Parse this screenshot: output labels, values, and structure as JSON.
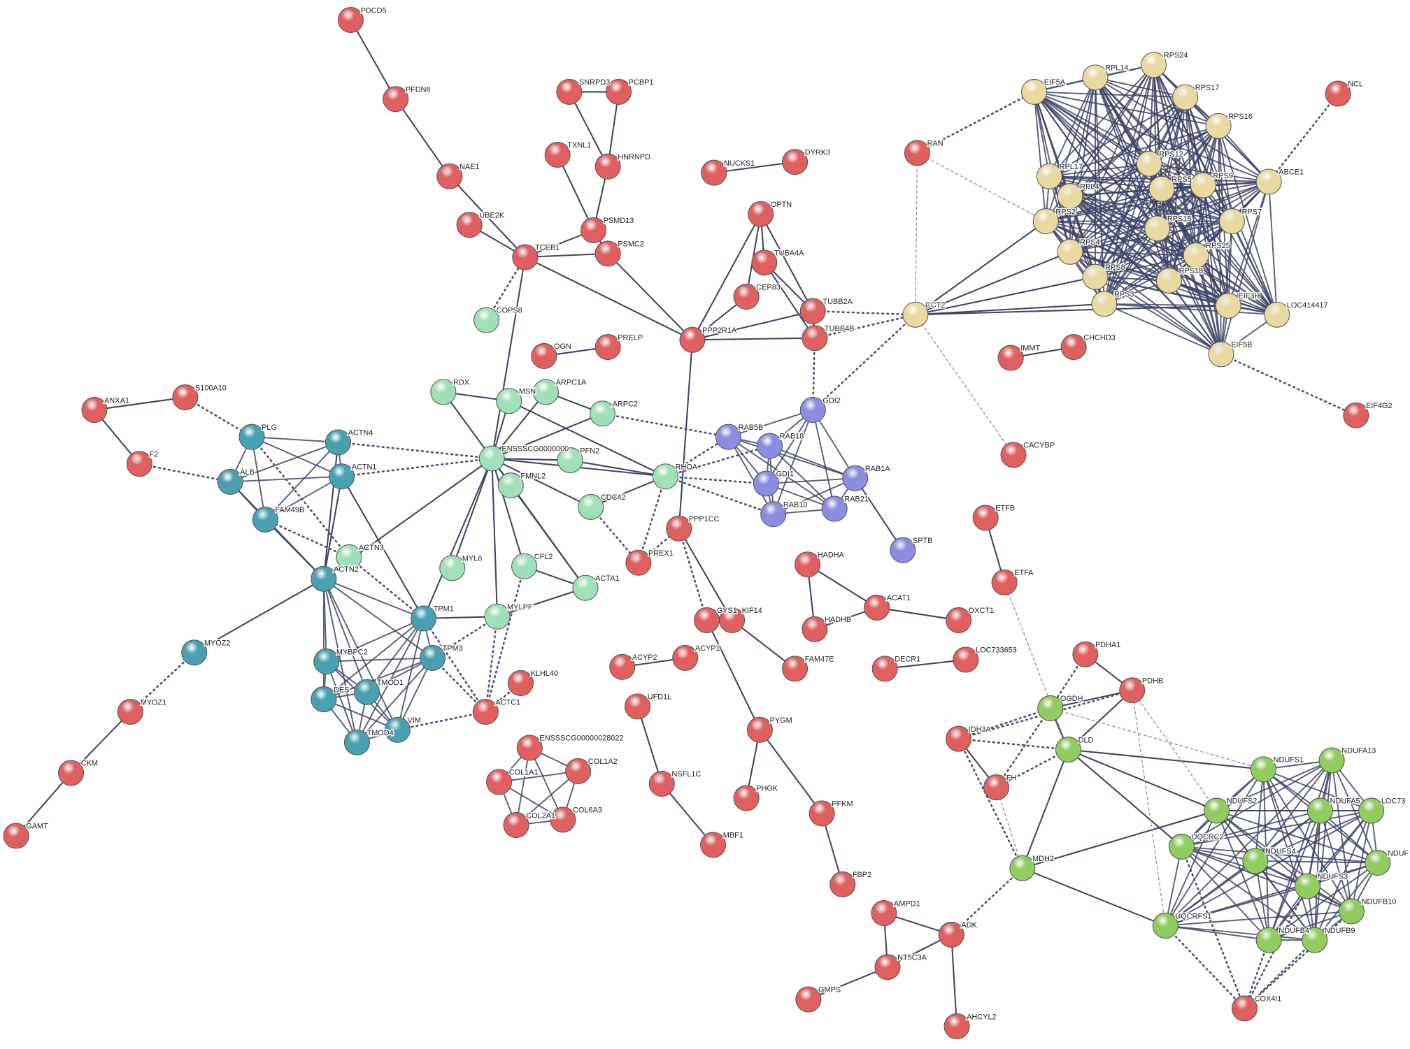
{
  "title": "Protein interaction network",
  "groups": {
    "red": {
      "color": "#e06060"
    },
    "yellow": {
      "color": "#e8d9a0"
    },
    "purple": {
      "color": "#8c8ce0"
    },
    "mint": {
      "color": "#9fe0b8"
    },
    "teal": {
      "color": "#4aa0b0"
    },
    "green": {
      "color": "#90cc60"
    }
  },
  "nodes": [
    {
      "label": "PDCD5",
      "group": "red"
    },
    {
      "label": "PFDN6",
      "group": "red"
    },
    {
      "label": "NAE1",
      "group": "red"
    },
    {
      "label": "UBE2K",
      "group": "red"
    },
    {
      "label": "TCEB1",
      "group": "red"
    },
    {
      "label": "SNRPD3",
      "group": "red"
    },
    {
      "label": "PCBP1",
      "group": "red"
    },
    {
      "label": "TXNL1",
      "group": "red"
    },
    {
      "label": "HNRNPD",
      "group": "red"
    },
    {
      "label": "PSMD13",
      "group": "red"
    },
    {
      "label": "PSMC2",
      "group": "red"
    },
    {
      "label": "NUCKS1",
      "group": "red"
    },
    {
      "label": "DYRK3",
      "group": "red"
    },
    {
      "label": "OPTN",
      "group": "red"
    },
    {
      "label": "TUBA4A",
      "group": "red"
    },
    {
      "label": "CEP83",
      "group": "red"
    },
    {
      "label": "TUBB2A",
      "group": "red"
    },
    {
      "label": "TUBB4B",
      "group": "red"
    },
    {
      "label": "PPP2R1A",
      "group": "red"
    },
    {
      "label": "OGN",
      "group": "red"
    },
    {
      "label": "PRELP",
      "group": "red"
    },
    {
      "label": "RAN",
      "group": "red"
    },
    {
      "label": "IMMT",
      "group": "red"
    },
    {
      "label": "CHCHD3",
      "group": "red"
    },
    {
      "label": "NCL",
      "group": "red"
    },
    {
      "label": "EIF4G2",
      "group": "red"
    },
    {
      "label": "CACYBP",
      "group": "red"
    },
    {
      "label": "ANXA1",
      "group": "red"
    },
    {
      "label": "S100A10",
      "group": "red"
    },
    {
      "label": "F2",
      "group": "red"
    },
    {
      "label": "PPP1CC",
      "group": "red"
    },
    {
      "label": "PREX1",
      "group": "red"
    },
    {
      "label": "KIF14",
      "group": "red"
    },
    {
      "label": "GYS1",
      "group": "red"
    },
    {
      "label": "ACYP2",
      "group": "red"
    },
    {
      "label": "ACYP1",
      "group": "red"
    },
    {
      "label": "FAM47E",
      "group": "red"
    },
    {
      "label": "UFD1L",
      "group": "red"
    },
    {
      "label": "HADHA",
      "group": "red"
    },
    {
      "label": "HADHB",
      "group": "red"
    },
    {
      "label": "ACAT1",
      "group": "red"
    },
    {
      "label": "OXCT1",
      "group": "red"
    },
    {
      "label": "DECR1",
      "group": "red"
    },
    {
      "label": "LOC733653",
      "group": "red"
    },
    {
      "label": "ETFB",
      "group": "red"
    },
    {
      "label": "ETFA",
      "group": "red"
    },
    {
      "label": "PDHA1",
      "group": "red"
    },
    {
      "label": "PDHB",
      "group": "red"
    },
    {
      "label": "IDH3A",
      "group": "red"
    },
    {
      "label": "FH",
      "group": "red"
    },
    {
      "label": "KLHL40",
      "group": "red"
    },
    {
      "label": "ACTC1",
      "group": "red"
    },
    {
      "label": "MYOZ1",
      "group": "red"
    },
    {
      "label": "CKM",
      "group": "red"
    },
    {
      "label": "GAMT",
      "group": "red"
    },
    {
      "label": "ENSSSCG00000028022",
      "group": "red"
    },
    {
      "label": "COL1A1",
      "group": "red"
    },
    {
      "label": "COL1A2",
      "group": "red"
    },
    {
      "label": "COL2A1",
      "group": "red"
    },
    {
      "label": "COL6A3",
      "group": "red"
    },
    {
      "label": "NSFL1C",
      "group": "red"
    },
    {
      "label": "MBF1",
      "group": "red"
    },
    {
      "label": "PYGM",
      "group": "red"
    },
    {
      "label": "PHGK",
      "group": "red"
    },
    {
      "label": "PFKM",
      "group": "red"
    },
    {
      "label": "FBP2",
      "group": "red"
    },
    {
      "label": "AMPD1",
      "group": "red"
    },
    {
      "label": "ADK",
      "group": "red"
    },
    {
      "label": "NT5C3A",
      "group": "red"
    },
    {
      "label": "GMPS",
      "group": "red"
    },
    {
      "label": "AHCYL2",
      "group": "red"
    },
    {
      "label": "COX4I1",
      "group": "red"
    },
    {
      "label": "EIF5A",
      "group": "yellow"
    },
    {
      "label": "RPL14",
      "group": "yellow"
    },
    {
      "label": "RPS24",
      "group": "yellow"
    },
    {
      "label": "RPS17",
      "group": "yellow"
    },
    {
      "label": "RPS16",
      "group": "yellow"
    },
    {
      "label": "RPL17",
      "group": "yellow"
    },
    {
      "label": "RPL4",
      "group": "yellow"
    },
    {
      "label": "RPS2",
      "group": "yellow"
    },
    {
      "label": "RPS12",
      "group": "yellow"
    },
    {
      "label": "RPS9",
      "group": "yellow"
    },
    {
      "label": "RPS5",
      "group": "yellow"
    },
    {
      "label": "RPS15",
      "group": "yellow"
    },
    {
      "label": "RPS4",
      "group": "yellow"
    },
    {
      "label": "RPS7",
      "group": "yellow"
    },
    {
      "label": "ABCE1",
      "group": "yellow"
    },
    {
      "label": "RPS25",
      "group": "yellow"
    },
    {
      "label": "RPS8",
      "group": "yellow"
    },
    {
      "label": "RPS18",
      "group": "yellow"
    },
    {
      "label": "RPS3",
      "group": "yellow"
    },
    {
      "label": "EIF3H",
      "group": "yellow"
    },
    {
      "label": "LOC414417",
      "group": "yellow"
    },
    {
      "label": "EIF5B",
      "group": "yellow"
    },
    {
      "label": "CCT2",
      "group": "yellow"
    },
    {
      "label": "GDI2",
      "group": "purple"
    },
    {
      "label": "RAB5B",
      "group": "purple"
    },
    {
      "label": "RAB18",
      "group": "purple"
    },
    {
      "label": "GDI1",
      "group": "purple"
    },
    {
      "label": "RAB1A",
      "group": "purple"
    },
    {
      "label": "RAB10",
      "group": "purple"
    },
    {
      "label": "RAB21",
      "group": "purple"
    },
    {
      "label": "SPTB",
      "group": "purple"
    },
    {
      "label": "COPS8",
      "group": "mint"
    },
    {
      "label": "RDX",
      "group": "mint"
    },
    {
      "label": "MSN",
      "group": "mint"
    },
    {
      "label": "ARPC1A",
      "group": "mint"
    },
    {
      "label": "ARPC2",
      "group": "mint"
    },
    {
      "label": "ENSSSCG0000000",
      "group": "mint"
    },
    {
      "label": "PFN2",
      "group": "mint"
    },
    {
      "label": "FMNL2",
      "group": "mint"
    },
    {
      "label": "CDC42",
      "group": "mint"
    },
    {
      "label": "RHOA",
      "group": "mint"
    },
    {
      "label": "MYL6",
      "group": "mint"
    },
    {
      "label": "CFL2",
      "group": "mint"
    },
    {
      "label": "ACTA1",
      "group": "mint"
    },
    {
      "label": "MYLPF",
      "group": "mint"
    },
    {
      "label": "ACTN3",
      "group": "mint"
    },
    {
      "label": "PLG",
      "group": "teal"
    },
    {
      "label": "ACTN4",
      "group": "teal"
    },
    {
      "label": "ACTN1",
      "group": "teal"
    },
    {
      "label": "ALB",
      "group": "teal"
    },
    {
      "label": "FAM49B",
      "group": "teal"
    },
    {
      "label": "ACTN2",
      "group": "teal"
    },
    {
      "label": "TPM1",
      "group": "teal"
    },
    {
      "label": "TPM3",
      "group": "teal"
    },
    {
      "label": "MYBPC2",
      "group": "teal"
    },
    {
      "label": "DES",
      "group": "teal"
    },
    {
      "label": "TMOD1",
      "group": "teal"
    },
    {
      "label": "TMOD4",
      "group": "teal"
    },
    {
      "label": "VIM",
      "group": "teal"
    },
    {
      "label": "MYOZ2",
      "group": "teal"
    },
    {
      "label": "OGDH",
      "group": "green"
    },
    {
      "label": "DLD",
      "group": "green"
    },
    {
      "label": "MDH2",
      "group": "green"
    },
    {
      "label": "NDUFS1",
      "group": "green"
    },
    {
      "label": "NDUFA13",
      "group": "green"
    },
    {
      "label": "NDUFS2",
      "group": "green"
    },
    {
      "label": "NDUFA5",
      "group": "green"
    },
    {
      "label": "LOC73",
      "group": "green"
    },
    {
      "label": "UQCRC2",
      "group": "green"
    },
    {
      "label": "NDUFS4",
      "group": "green"
    },
    {
      "label": "NDUF",
      "group": "green"
    },
    {
      "label": "NDUFS3",
      "group": "green"
    },
    {
      "label": "NDUFB10",
      "group": "green"
    },
    {
      "label": "UQCRFS1",
      "group": "green"
    },
    {
      "label": "NDUFB4",
      "group": "green"
    },
    {
      "label": "NDUFB9",
      "group": "green"
    }
  ],
  "cliques": [
    [
      "EIF5A",
      "RPL14",
      "RPS24",
      "RPS17",
      "RPS16",
      "RPL17",
      "RPL4",
      "RPS2",
      "RPS12",
      "RPS9",
      "RPS5",
      "RPS15",
      "RPS4",
      "RPS7",
      "ABCE1",
      "RPS25",
      "RPS8",
      "RPS18",
      "RPS3",
      "EIF3H",
      "LOC414417",
      "EIF5B"
    ],
    [
      "NDUFS1",
      "NDUFA13",
      "NDUFS2",
      "NDUFA5",
      "LOC73",
      "UQCRC2",
      "NDUFS4",
      "NDUF",
      "NDUFS3",
      "NDUFB10",
      "UQCRFS1",
      "NDUFB4",
      "NDUFB9"
    ],
    [
      "ENSSSCG00000028022",
      "COL1A1",
      "COL1A2",
      "COL2A1",
      "COL6A3"
    ],
    [
      "PLG",
      "ALB",
      "ACTN4",
      "ACTN1",
      "FAM49B"
    ],
    [
      "ACTN2",
      "TPM1",
      "TPM3",
      "MYBPC2",
      "DES",
      "TMOD1",
      "TMOD4",
      "VIM"
    ],
    [
      "GDI2",
      "RAB5B",
      "RAB18",
      "GDI1",
      "RAB1A",
      "RAB10",
      "RAB21"
    ]
  ],
  "edges": [
    [
      "PDCD5",
      "PFDN6",
      "solid"
    ],
    [
      "PFDN6",
      "NAE1",
      "solid"
    ],
    [
      "NAE1",
      "TCEB1",
      "solid"
    ],
    [
      "UBE2K",
      "TCEB1",
      "solid"
    ],
    [
      "TCEB1",
      "PSMC2",
      "solid"
    ],
    [
      "TCEB1",
      "PSMD13",
      "solid"
    ],
    [
      "SNRPD3",
      "PCBP1",
      "solid"
    ],
    [
      "SNRPD3",
      "HNRNPD",
      "solid"
    ],
    [
      "TXNL1",
      "PSMD13",
      "solid"
    ],
    [
      "HNRNPD",
      "PSMD13",
      "solid"
    ],
    [
      "PCBP1",
      "HNRNPD",
      "solid"
    ],
    [
      "PSMD13",
      "PSMC2",
      "solid"
    ],
    [
      "PSMC2",
      "PPP2R1A",
      "solid"
    ],
    [
      "TCEB1",
      "PPP2R1A",
      "solid"
    ],
    [
      "NUCKS1",
      "DYRK3",
      "solid"
    ],
    [
      "OPTN",
      "TUBA4A",
      "solid"
    ],
    [
      "OPTN",
      "TUBB2A",
      "solid"
    ],
    [
      "OPTN",
      "CEP83",
      "solid"
    ],
    [
      "TUBA4A",
      "TUBB2A",
      "solid"
    ],
    [
      "TUBA4A",
      "TUBB4B",
      "solid"
    ],
    [
      "CEP83",
      "PPP2R1A",
      "solid"
    ],
    [
      "PPP2R1A",
      "TUBB2A",
      "solid"
    ],
    [
      "PPP2R1A",
      "TUBB4B",
      "solid"
    ],
    [
      "TUBB2A",
      "TUBB4B",
      "solid"
    ],
    [
      "OPTN",
      "PPP2R1A",
      "solid"
    ],
    [
      "OGN",
      "PRELP",
      "solid"
    ],
    [
      "IMMT",
      "CHCHD3",
      "solid"
    ],
    [
      "ANXA1",
      "S100A10",
      "solid"
    ],
    [
      "ANXA1",
      "F2",
      "solid"
    ],
    [
      "PPP2R1A",
      "PPP1CC",
      "solid"
    ],
    [
      "PPP1CC",
      "KIF14",
      "solid"
    ],
    [
      "GYS1",
      "PYGM",
      "solid"
    ],
    [
      "KIF14",
      "FAM47E",
      "solid"
    ],
    [
      "ACYP2",
      "ACYP1",
      "solid"
    ],
    [
      "UFD1L",
      "NSFL1C",
      "solid"
    ],
    [
      "NSFL1C",
      "MBF1",
      "solid"
    ],
    [
      "PYGM",
      "PHGK",
      "solid"
    ],
    [
      "PYGM",
      "PFKM",
      "solid"
    ],
    [
      "PFKM",
      "FBP2",
      "solid"
    ],
    [
      "HADHA",
      "HADHB",
      "solid"
    ],
    [
      "HADHA",
      "ACAT1",
      "solid"
    ],
    [
      "HADHB",
      "ACAT1",
      "solid"
    ],
    [
      "ACAT1",
      "OXCT1",
      "solid"
    ],
    [
      "DECR1",
      "LOC733653",
      "solid"
    ],
    [
      "ETFB",
      "ETFA",
      "solid"
    ],
    [
      "PDHA1",
      "PDHB",
      "solid"
    ],
    [
      "IDH3A",
      "FH",
      "solid"
    ],
    [
      "AMPD1",
      "ADK",
      "solid"
    ],
    [
      "AMPD1",
      "NT5C3A",
      "solid"
    ],
    [
      "ADK",
      "NT5C3A",
      "solid"
    ],
    [
      "ADK",
      "AHCYL2",
      "solid"
    ],
    [
      "NT5C3A",
      "GMPS",
      "solid"
    ],
    [
      "MYOZ1",
      "CKM",
      "solid"
    ],
    [
      "CKM",
      "GAMT",
      "solid"
    ],
    [
      "RAB1A",
      "SPTB",
      "solid"
    ],
    [
      "ENSSSCG0000000",
      "RDX",
      "solid"
    ],
    [
      "ENSSSCG0000000",
      "MSN",
      "solid"
    ],
    [
      "ENSSSCG0000000",
      "ARPC1A",
      "solid"
    ],
    [
      "ENSSSCG0000000",
      "ARPC2",
      "solid"
    ],
    [
      "ENSSSCG0000000",
      "PFN2",
      "solid"
    ],
    [
      "ENSSSCG0000000",
      "FMNL2",
      "solid"
    ],
    [
      "ENSSSCG0000000",
      "CDC42",
      "solid"
    ],
    [
      "ENSSSCG0000000",
      "RHOA",
      "solid"
    ],
    [
      "ENSSSCG0000000",
      "MYL6",
      "solid"
    ],
    [
      "ENSSSCG0000000",
      "CFL2",
      "solid"
    ],
    [
      "ENSSSCG0000000",
      "MYLPF",
      "solid"
    ],
    [
      "ENSSSCG0000000",
      "ACTA1",
      "solid"
    ],
    [
      "ENSSSCG0000000",
      "ACTN2",
      "solid"
    ],
    [
      "ENSSSCG0000000",
      "TPM1",
      "solid"
    ],
    [
      "ENSSSCG0000000",
      "TCEB1",
      "solid"
    ],
    [
      "RDX",
      "MSN",
      "solid"
    ],
    [
      "MSN",
      "RHOA",
      "solid"
    ],
    [
      "ARPC1A",
      "ARPC2",
      "solid"
    ],
    [
      "PFN2",
      "RHOA",
      "solid"
    ],
    [
      "CDC42",
      "RHOA",
      "solid"
    ],
    [
      "CFL2",
      "ACTA1",
      "solid"
    ],
    [
      "FMNL2",
      "ACTA1",
      "solid"
    ],
    [
      "MYLPF",
      "TPM1",
      "solid"
    ],
    [
      "MYLPF",
      "ACTA1",
      "solid"
    ],
    [
      "ACTN1",
      "ACTN2",
      "solid"
    ],
    [
      "ACTN4",
      "ACTN2",
      "solid"
    ],
    [
      "FAM49B",
      "ACTN2",
      "solid"
    ],
    [
      "ALB",
      "ACTN2",
      "solid"
    ],
    [
      "ACTN1",
      "TPM1",
      "solid"
    ],
    [
      "MYOZ2",
      "ACTN2",
      "solid"
    ],
    [
      "CCT2",
      "RPS2",
      "solid"
    ],
    [
      "CCT2",
      "RPS4",
      "solid"
    ],
    [
      "CCT2",
      "RPS3",
      "solid"
    ],
    [
      "CCT2",
      "RPS8",
      "solid"
    ],
    [
      "CCT2",
      "EIF3H",
      "solid"
    ],
    [
      "OGDH",
      "DLD",
      "solid"
    ],
    [
      "OGDH",
      "PDHB",
      "solid"
    ],
    [
      "DLD",
      "PDHB",
      "solid"
    ],
    [
      "DLD",
      "MDH2",
      "solid"
    ],
    [
      "DLD",
      "NDUFS1",
      "solid"
    ],
    [
      "DLD",
      "NDUFS2",
      "solid"
    ],
    [
      "DLD",
      "UQCRC2",
      "solid"
    ],
    [
      "MDH2",
      "NDUFS2",
      "solid"
    ],
    [
      "MDH2",
      "UQCRFS1",
      "solid"
    ],
    [
      "COPS8",
      "TCEB1",
      "dotted"
    ],
    [
      "S100A10",
      "PLG",
      "dotted"
    ],
    [
      "F2",
      "ALB",
      "dotted"
    ],
    [
      "ARPC2",
      "RAB5B",
      "dotted"
    ],
    [
      "RHOA",
      "RAB5B",
      "dotted"
    ],
    [
      "RHOA",
      "RAB18",
      "dotted"
    ],
    [
      "RHOA",
      "GDI1",
      "dotted"
    ],
    [
      "RHOA",
      "RAB10",
      "dotted"
    ],
    [
      "RHOA",
      "PREX1",
      "dotted"
    ],
    [
      "CDC42",
      "PREX1",
      "dotted"
    ],
    [
      "PREX1",
      "PPP1CC",
      "dotted"
    ],
    [
      "PPP1CC",
      "GYS1",
      "dotted"
    ],
    [
      "TUBB4B",
      "GDI2",
      "dotted"
    ],
    [
      "TUBB2A",
      "CCT2",
      "dotted"
    ],
    [
      "TUBB4B",
      "CCT2",
      "dotted"
    ],
    [
      "GDI2",
      "CCT2",
      "dotted"
    ],
    [
      "RAN",
      "EIF5A",
      "dotted"
    ],
    [
      "NCL",
      "ABCE1",
      "dotted"
    ],
    [
      "EIF5B",
      "EIF4G2",
      "dotted"
    ],
    [
      "ENSSSCG0000000",
      "ACTN4",
      "dotted"
    ],
    [
      "ENSSSCG0000000",
      "ACTN1",
      "dotted"
    ],
    [
      "ACTN3",
      "ACTN2",
      "dotted"
    ],
    [
      "ACTN3",
      "TPM1",
      "dotted"
    ],
    [
      "ACTN3",
      "FAM49B",
      "dotted"
    ],
    [
      "ACTN3",
      "PLG",
      "dotted"
    ],
    [
      "MYLPF",
      "TPM3",
      "dotted"
    ],
    [
      "MYLPF",
      "ACTC1",
      "dotted"
    ],
    [
      "KLHL40",
      "ACTC1",
      "dotted"
    ],
    [
      "ACTC1",
      "TPM1",
      "dotted"
    ],
    [
      "ACTC1",
      "TPM3",
      "dotted"
    ],
    [
      "ACTC1",
      "VIM",
      "dotted"
    ],
    [
      "MYOZ2",
      "MYOZ1",
      "dotted"
    ],
    [
      "CFL2",
      "ACTC1",
      "dotted"
    ],
    [
      "PDHA1",
      "OGDH",
      "dotted"
    ],
    [
      "PDHB",
      "IDH3A",
      "dotted"
    ],
    [
      "IDH3A",
      "OGDH",
      "dotted"
    ],
    [
      "IDH3A",
      "DLD",
      "dotted"
    ],
    [
      "FH",
      "DLD",
      "dotted"
    ],
    [
      "FH",
      "OGDH",
      "dotted"
    ],
    [
      "MDH2",
      "ADK",
      "dotted"
    ],
    [
      "MDH2",
      "IDH3A",
      "dotted"
    ],
    [
      "UQCRFS1",
      "COX4I1",
      "dotted"
    ],
    [
      "NDUFB4",
      "COX4I1",
      "dotted"
    ],
    [
      "NDUFB9",
      "COX4I1",
      "dotted"
    ],
    [
      "NDUFS3",
      "COX4I1",
      "dotted"
    ],
    [
      "NDUFB10",
      "COX4I1",
      "dotted"
    ],
    [
      "UQCRC2",
      "COX4I1",
      "dotted"
    ],
    [
      "RAN",
      "CCT2",
      "dashed"
    ],
    [
      "RAN",
      "RPS2",
      "dashed"
    ],
    [
      "CCT2",
      "CACYBP",
      "dashed"
    ],
    [
      "ETFA",
      "DLD",
      "dashed"
    ],
    [
      "PDHB",
      "NDUFS2",
      "dashed"
    ],
    [
      "PDHB",
      "UQCRFS1",
      "dashed"
    ],
    [
      "OGDH",
      "NDUFS1",
      "dashed"
    ],
    [
      "FH",
      "MDH2",
      "dashed"
    ]
  ]
}
